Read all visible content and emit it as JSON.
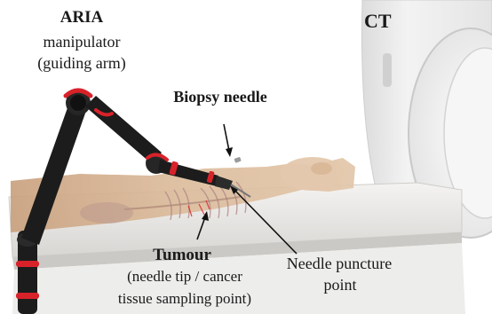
{
  "labels": {
    "aria_title": "ARIA",
    "aria_line1": "manipulator",
    "aria_line2": "(guiding arm)",
    "ct": "CT",
    "biopsy_needle": "Biopsy needle",
    "tumour_title": "Tumour",
    "tumour_line1": "(needle tip / cancer",
    "tumour_line2": "tissue sampling point)",
    "puncture_line1": "Needle  puncture",
    "puncture_line2": "point"
  },
  "colors": {
    "robot_black": "#1c1c1c",
    "robot_red": "#d8222a",
    "table": "#e9e7e4",
    "patient_skin": "#d9b89a",
    "ct_gantry": "#eeeeee"
  }
}
